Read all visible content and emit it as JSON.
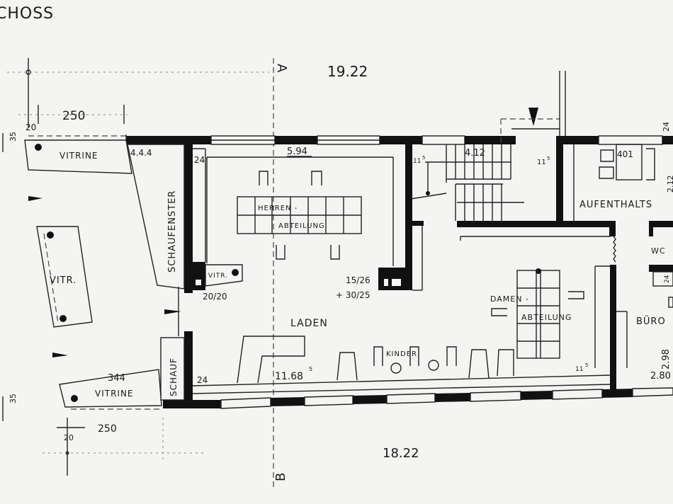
{
  "title": "CHOSS",
  "section_markers": {
    "top": "A",
    "bottom": "B"
  },
  "dimensions": {
    "overall_top": "19.22",
    "overall_bottom": "18.22",
    "top_left_width": "250",
    "top_left_small": "20",
    "bottom_left_width": "250",
    "bottom_left_small": "20",
    "left_top_depth": "35",
    "left_bottom_depth": "35",
    "vitrine_top_side": "4.4.4",
    "vitrine_bottom_side": "344",
    "herren_width": "5.94",
    "wall_top": "24",
    "wall_bottom": "24",
    "column_small": "20/20",
    "column_large_1": "15/26",
    "column_large_2": "+ 30/25",
    "laden_length": "11.68",
    "laden_length_sup": "5",
    "stair_width": "4.12",
    "stair_level_left": "11",
    "stair_level_left_sup": "5",
    "stair_level_right": "11",
    "stair_level_right_sup": "5",
    "aufenthalt_width": "401",
    "right_wall": "24",
    "right_depth": "2.12",
    "wc_wall": "24",
    "wc_dim": "24",
    "buero_depth": "2.98",
    "buero_width": "2.80",
    "damen_level": "11",
    "damen_level_sup": "5"
  },
  "rooms": {
    "vitrine_top": "VITRINE",
    "vitrine_middle": "VITR.",
    "vitrine_bottom": "VITRINE",
    "vitrine_small": "VITR.",
    "schaufenster": "SCHAUFENSTER",
    "schauf": "SCHAUF",
    "herren_1": "HERREN -",
    "herren_2": "ABTEILUNG",
    "laden": "LADEN",
    "kinder": "KINDER",
    "damen_1": "DAMEN -",
    "damen_2": "ABTEILUNG",
    "aufenthalt": "AUFENTHALTS",
    "wc": "WC",
    "buero": "BÜRO"
  }
}
